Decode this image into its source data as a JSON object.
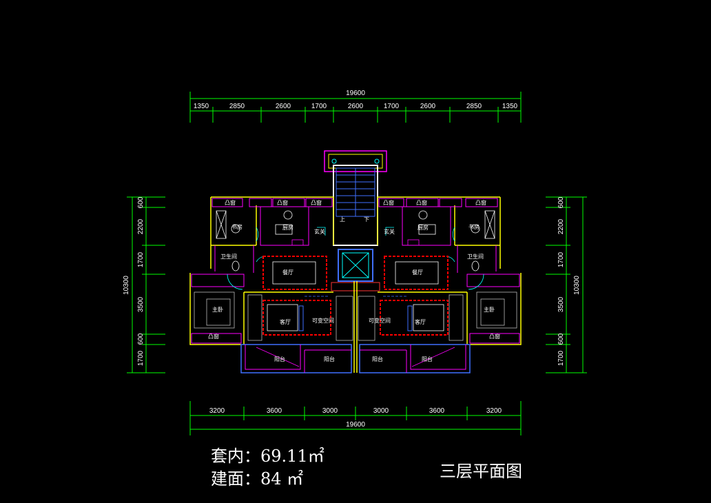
{
  "colors": {
    "background": "#000000",
    "dimension": "#00ff00",
    "wall": "#ffff00",
    "wall_magenta": "#ff00ff",
    "door": "#00ffff",
    "window": "#3f6fff",
    "furniture": "#ff0000",
    "text": "#ffffff"
  },
  "dims": {
    "top_total": "19600",
    "top": [
      "1350",
      "2850",
      "2600",
      "1700",
      "2600",
      "1700",
      "2600",
      "2850",
      "1350"
    ],
    "bottom": [
      "3200",
      "3600",
      "3000",
      "3000",
      "3600",
      "3200"
    ],
    "bottom_total": "19600",
    "left": [
      "600",
      "2200",
      "1700",
      "3500",
      "600",
      "1700"
    ],
    "left_total": "10300",
    "right": [
      "600",
      "2200",
      "1700",
      "3500",
      "600",
      "1700"
    ],
    "right_total": "10300"
  },
  "rooms": {
    "bay_window": "凸窗",
    "study": "书房",
    "kitchen": "厨房",
    "entry": "玄关",
    "bathroom": "卫生间",
    "dining": "餐厅",
    "master_bedroom": "主卧",
    "living": "客厅",
    "flexible_space": "可变空间",
    "balcony": "阳台",
    "up": "上",
    "down": "下"
  },
  "info": {
    "area_inner": "套内：69.11㎡",
    "area_building": "建面：84 ㎡",
    "title": "三层平面图"
  }
}
